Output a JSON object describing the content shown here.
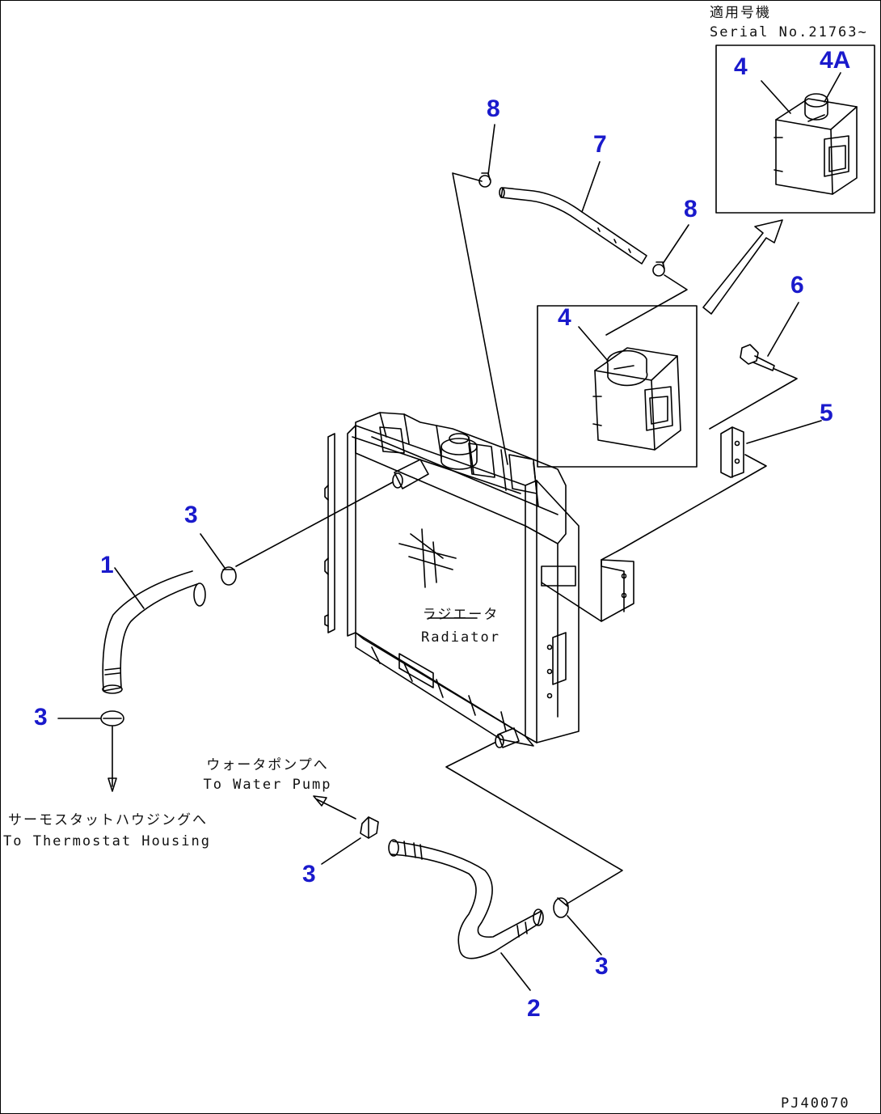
{
  "serial_note": {
    "jp": "適用号機",
    "en": "Serial No.21763~"
  },
  "radiator_label": {
    "jp": "ラジエータ",
    "en": "Radiator"
  },
  "water_pump_note": {
    "jp": "ウォータポンプへ",
    "en": "To Water Pump"
  },
  "thermostat_note": {
    "jp": "サーモスタットハウジングへ",
    "en": "To Thermostat Housing"
  },
  "drawing_code": "PJ40070",
  "callouts": [
    "1",
    "2",
    "3",
    "3",
    "3",
    "3",
    "4",
    "4",
    "4A",
    "5",
    "6",
    "7",
    "8",
    "8"
  ],
  "colors": {
    "callout": "#1a1acc",
    "line": "#000000"
  }
}
